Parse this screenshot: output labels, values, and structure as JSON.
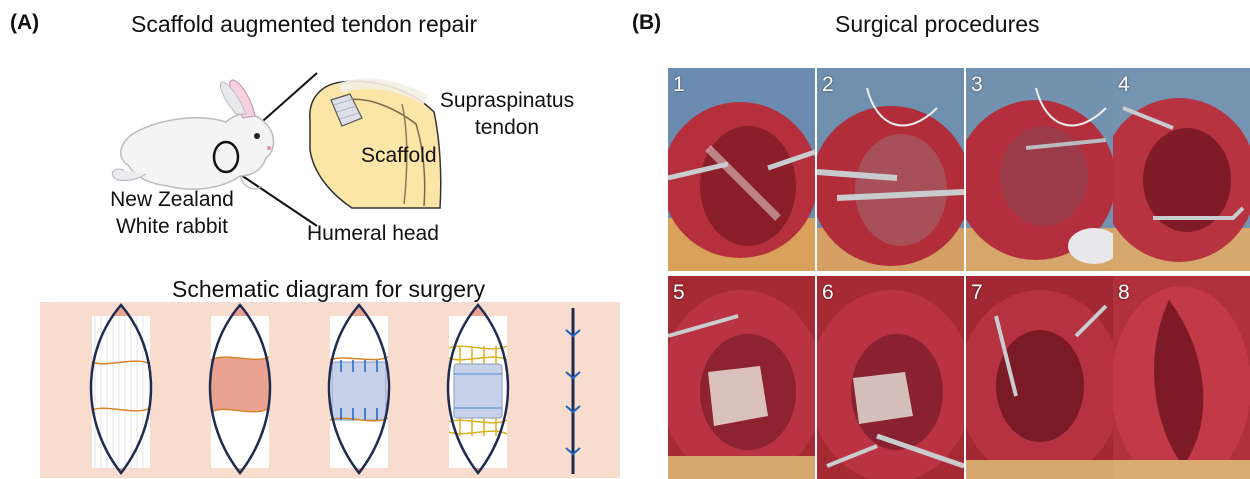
{
  "panel_a": {
    "label": "(A)",
    "title": "Scaffold augmented tendon repair",
    "labels": {
      "rabbit": [
        "New Zealand",
        "White rabbit"
      ],
      "tendon": [
        "Supraspinatus",
        "tendon"
      ],
      "scaffold": "Scaffold",
      "humeral": "Humeral head"
    },
    "schematic_title": "Schematic diagram for surgery"
  },
  "panel_b": {
    "label": "(B)",
    "title": "Surgical procedures",
    "steps": [
      "1",
      "2",
      "3",
      "4",
      "5",
      "6",
      "7",
      "8"
    ]
  },
  "colors": {
    "schematic_bg": "#f8dccd",
    "tissue_pink": "#eba391",
    "outline": "#1f2c52",
    "suture_orange": "#d6862a",
    "suture_gold": "#d9b21e",
    "scaffold_blue": "#c7d2ea",
    "stitch_blue": "#1e63c4"
  }
}
